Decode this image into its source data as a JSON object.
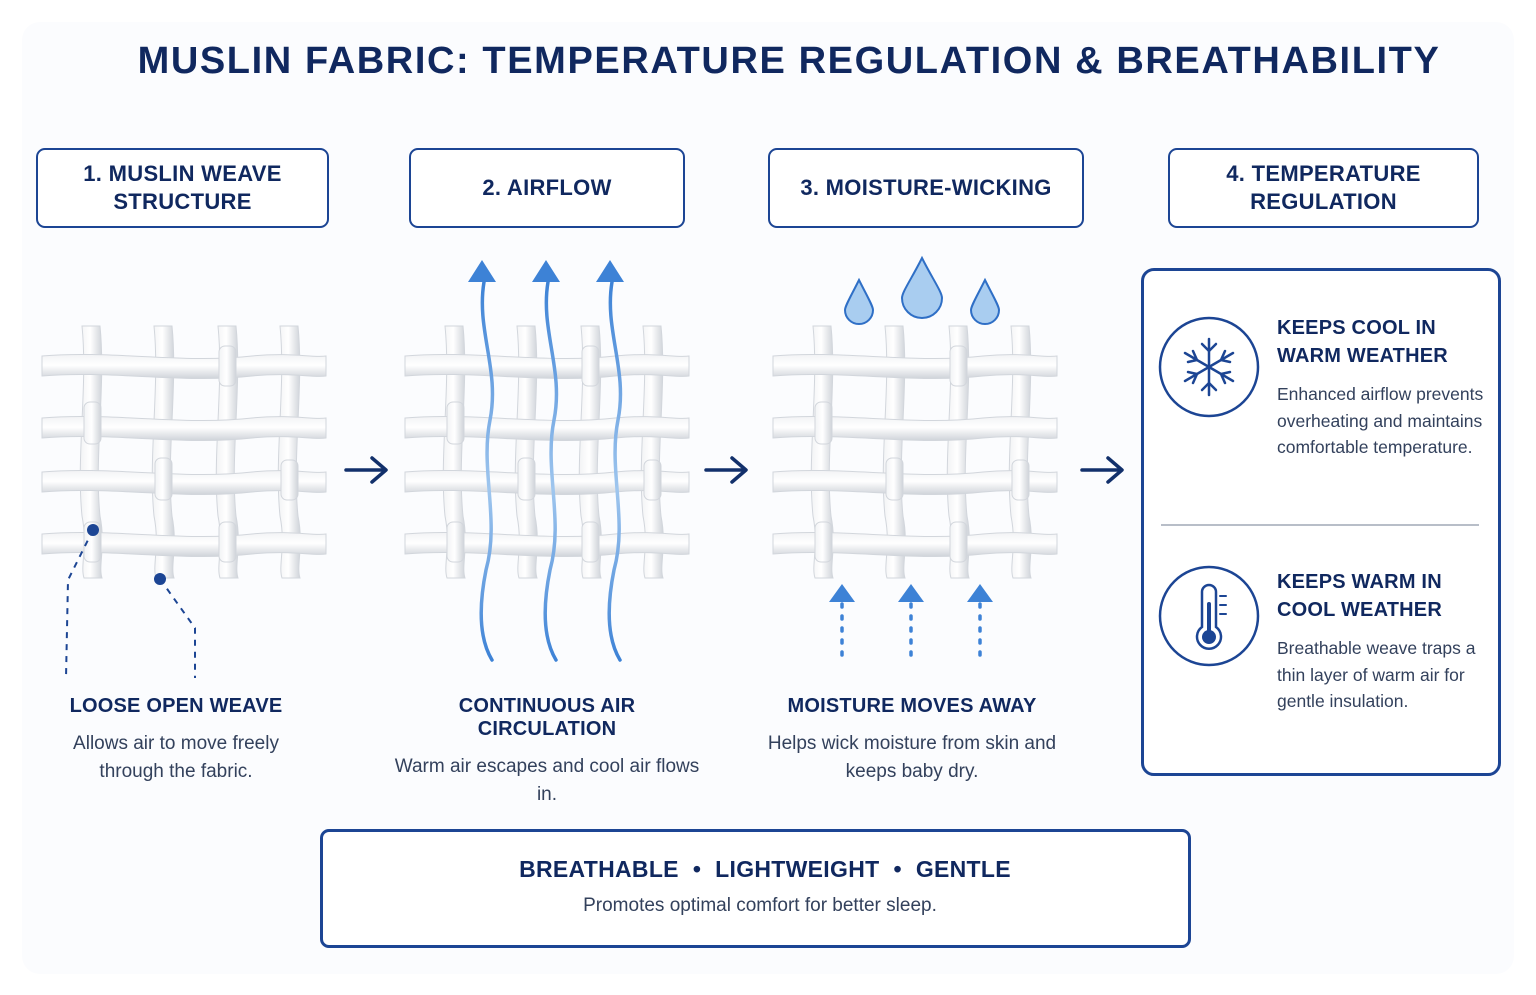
{
  "title": "MUSLIN FABRIC: TEMPERATURE REGULATION & BREATHABILITY",
  "steps": [
    {
      "label": "1. MUSLIN WEAVE STRUCTURE"
    },
    {
      "label": "2. AIRFLOW"
    },
    {
      "label": "3. MOISTURE-WICKING"
    },
    {
      "label": "4. TEMPERATURE REGULATION"
    }
  ],
  "captions": [
    {
      "heading": "LOOSE OPEN WEAVE",
      "text": "Allows air to move freely through the fabric."
    },
    {
      "heading": "CONTINUOUS AIR CIRCULATION",
      "text": "Warm air escapes and cool air flows in."
    },
    {
      "heading": "MOISTURE MOVES AWAY",
      "text": "Helps wick moisture from skin and keeps baby dry."
    }
  ],
  "regulation": {
    "cool": {
      "heading": "KEEPS COOL IN WARM WEATHER",
      "text": "Enhanced airflow prevents overheating and maintains comfortable temperature.",
      "icon": "snowflake-icon"
    },
    "warm": {
      "heading": "KEEPS WARM IN COOL WEATHER",
      "text": "Breathable weave traps a thin layer of warm air for gentle insulation.",
      "icon": "thermometer-icon"
    }
  },
  "benefits": {
    "items": [
      "BREATHABLE",
      "LIGHTWEIGHT",
      "GENTLE"
    ],
    "separator": "•",
    "subtitle": "Promotes optimal comfort for better sleep.",
    "icon": "checkmark-circle-icon"
  },
  "colors": {
    "navy": "#10285f",
    "border": "#1c4594",
    "accent_blue": "#4a8fdc",
    "drop_fill": "#a9cdf0"
  }
}
